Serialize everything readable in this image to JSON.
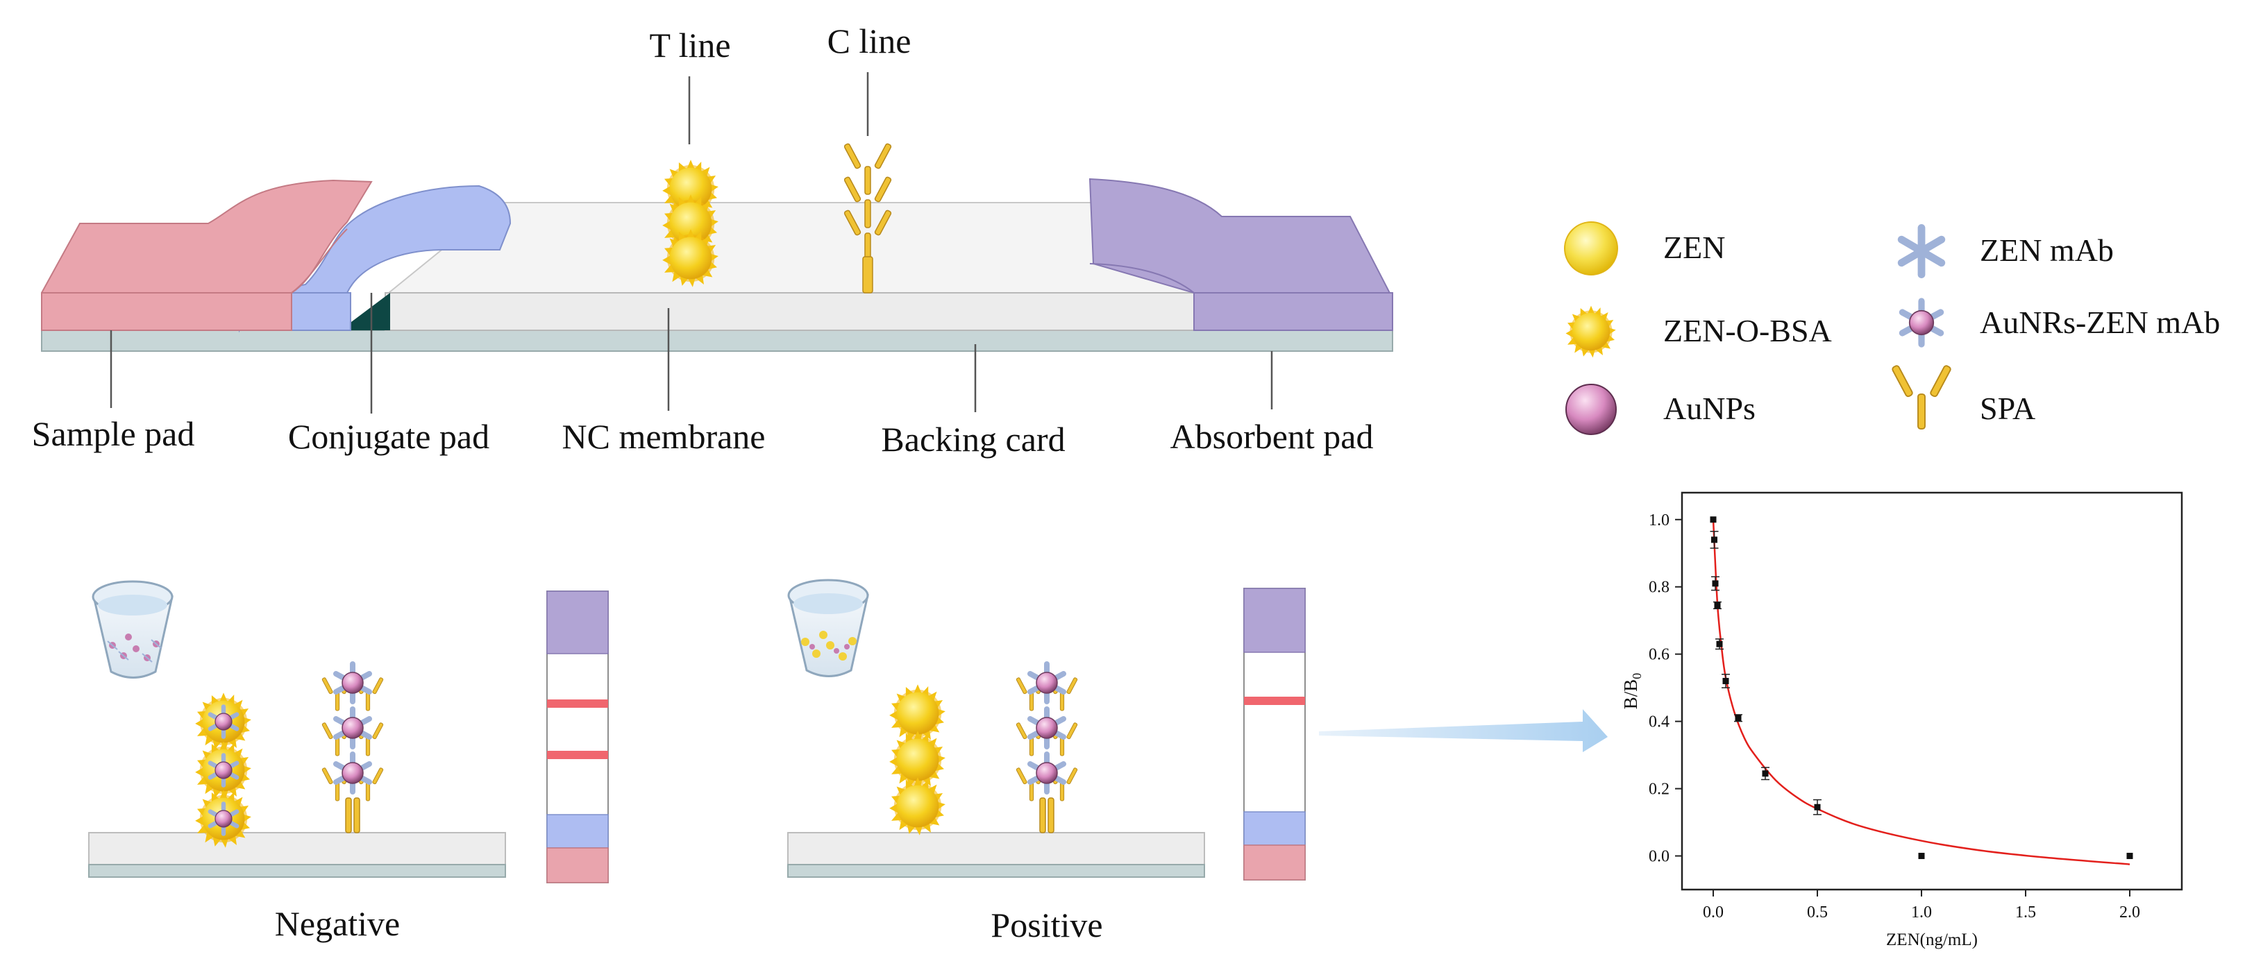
{
  "strip": {
    "t_line": "T line",
    "c_line": "C line",
    "sample_pad": "Sample pad",
    "conjugate_pad": "Conjugate pad",
    "nc_membrane": "NC membrane",
    "backing_card": "Backing card",
    "absorbent_pad": "Absorbent pad"
  },
  "legend": {
    "zen": "ZEN",
    "zen_o_bsa": "ZEN-O-BSA",
    "aunps": "AuNPs",
    "zen_mab": "ZEN mAb",
    "aunrs_zen_mab": "AuNRs-ZEN mAb",
    "spa": "SPA"
  },
  "results": {
    "negative": "Negative",
    "positive": "Positive"
  },
  "colors": {
    "sample_pad": "#e9a4ad",
    "conjugate_pad": "#aebdf2",
    "absorbent_pad": "#b1a4d4",
    "nc_membrane": "#f2f3f3",
    "backing": "#c7d6d7",
    "test_line": "#f0666e",
    "fit_curve": "#e3201c"
  },
  "chart_data": {
    "type": "scatter",
    "xlabel": "ZEN(ng/mL)",
    "ylabel": "B/B",
    "ylabel_sub": "0",
    "xlim": [
      -0.15,
      2.25
    ],
    "ylim": [
      -0.1,
      1.08
    ],
    "xticks": [
      0.0,
      0.5,
      1.0,
      1.5,
      2.0
    ],
    "yticks": [
      0.0,
      0.2,
      0.4,
      0.6,
      0.8,
      1.0
    ],
    "xtick_labels": [
      "0.0",
      "0.5",
      "1.0",
      "1.5",
      "2.0"
    ],
    "ytick_labels": [
      "0.0",
      "0.2",
      "0.4",
      "0.6",
      "0.8",
      "1.0"
    ],
    "points": [
      {
        "x": 0.0,
        "y": 1.0,
        "err": 0.0
      },
      {
        "x": 0.005,
        "y": 0.94,
        "err": 0.025
      },
      {
        "x": 0.01,
        "y": 0.81,
        "err": 0.02
      },
      {
        "x": 0.02,
        "y": 0.745,
        "err": 0.01
      },
      {
        "x": 0.03,
        "y": 0.63,
        "err": 0.015
      },
      {
        "x": 0.06,
        "y": 0.52,
        "err": 0.02
      },
      {
        "x": 0.12,
        "y": 0.41,
        "err": 0.01
      },
      {
        "x": 0.25,
        "y": 0.245,
        "err": 0.018
      },
      {
        "x": 0.5,
        "y": 0.145,
        "err": 0.022
      },
      {
        "x": 1.0,
        "y": 0.0,
        "err": 0.0
      },
      {
        "x": 2.0,
        "y": 0.0,
        "err": 0.0
      }
    ],
    "fit": [
      {
        "x": 0.0,
        "y": 1.0
      },
      {
        "x": 0.02,
        "y": 0.75
      },
      {
        "x": 0.04,
        "y": 0.62
      },
      {
        "x": 0.06,
        "y": 0.53
      },
      {
        "x": 0.1,
        "y": 0.43
      },
      {
        "x": 0.15,
        "y": 0.35
      },
      {
        "x": 0.2,
        "y": 0.3
      },
      {
        "x": 0.3,
        "y": 0.225
      },
      {
        "x": 0.4,
        "y": 0.175
      },
      {
        "x": 0.5,
        "y": 0.14
      },
      {
        "x": 0.7,
        "y": 0.09
      },
      {
        "x": 1.0,
        "y": 0.045
      },
      {
        "x": 1.3,
        "y": 0.015
      },
      {
        "x": 1.6,
        "y": -0.005
      },
      {
        "x": 2.0,
        "y": -0.025
      }
    ]
  }
}
